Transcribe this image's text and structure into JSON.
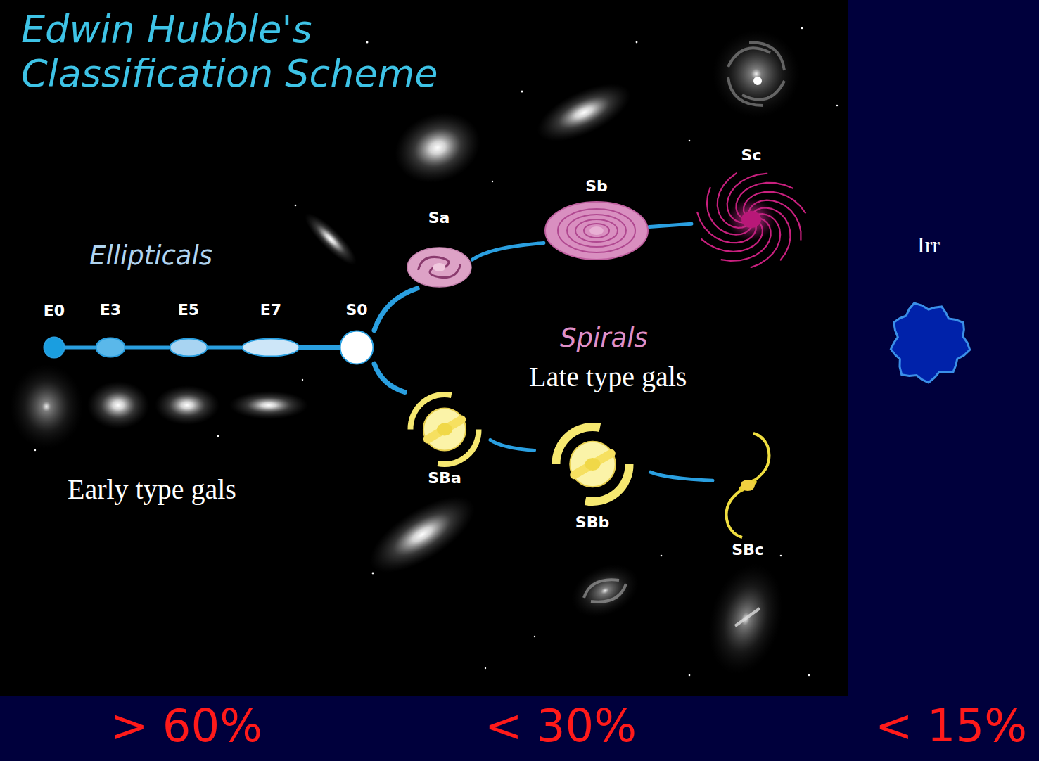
{
  "diagram": {
    "title": "Edwin Hubble's Classification Scheme",
    "nodes": [
      {
        "text": [
          "E0"
        ]
      },
      {
        "text": [
          "E3"
        ]
      },
      {
        "text": [
          "E5"
        ]
      },
      {
        "text": [
          "E7"
        ]
      },
      {
        "text": [
          "S0"
        ]
      },
      {
        "text": [
          "Sa"
        ]
      },
      {
        "text": [
          "Sb"
        ]
      },
      {
        "text": [
          "Sc"
        ]
      },
      {
        "text": [
          "SBa"
        ]
      },
      {
        "text": [
          "SBb"
        ]
      },
      {
        "text": [
          "SBc"
        ]
      },
      {
        "text": [
          "Irr"
        ]
      }
    ],
    "edges": [
      {
        "from": 0,
        "to": 1,
        "arrow": "none"
      },
      {
        "from": 1,
        "to": 2,
        "arrow": "none"
      },
      {
        "from": 2,
        "to": 3,
        "arrow": "none"
      },
      {
        "from": 3,
        "to": 4,
        "arrow": "none"
      },
      {
        "from": 4,
        "to": 5,
        "arrow": "none"
      },
      {
        "from": 5,
        "to": 6,
        "arrow": "none"
      },
      {
        "from": 6,
        "to": 7,
        "arrow": "none"
      },
      {
        "from": 4,
        "to": 8,
        "arrow": "none"
      },
      {
        "from": 8,
        "to": 9,
        "arrow": "none"
      },
      {
        "from": 9,
        "to": 10,
        "arrow": "none"
      }
    ],
    "labels": [
      "Ellipticals",
      "Spirals",
      "Late type gals",
      "Early type gals",
      "> 60%",
      "< 30%",
      "< 15%"
    ]
  }
}
